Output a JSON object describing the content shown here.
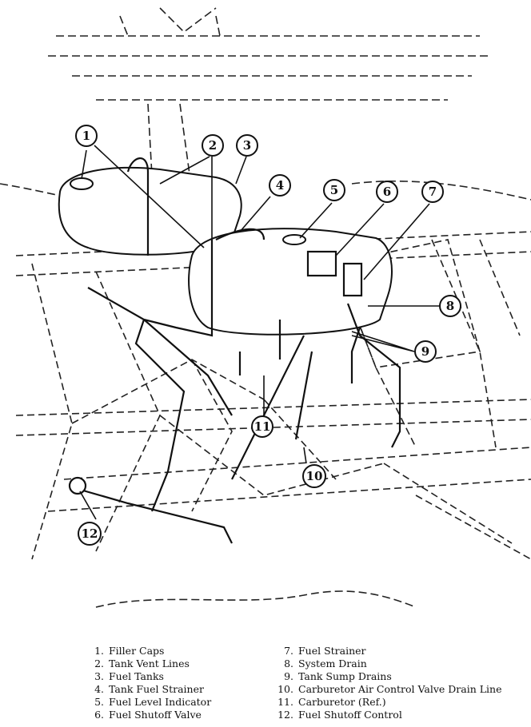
{
  "callouts": [
    {
      "num": "1"
    },
    {
      "num": "2"
    },
    {
      "num": "3"
    },
    {
      "num": "4"
    },
    {
      "num": "5"
    },
    {
      "num": "6"
    },
    {
      "num": "7"
    },
    {
      "num": "8"
    },
    {
      "num": "9"
    },
    {
      "num": "10"
    },
    {
      "num": "11"
    },
    {
      "num": "12"
    }
  ],
  "legend": {
    "left": [
      {
        "num": "1.",
        "label": "Filler Caps"
      },
      {
        "num": "2.",
        "label": "Tank Vent Lines"
      },
      {
        "num": "3.",
        "label": "Fuel Tanks"
      },
      {
        "num": "4.",
        "label": "Tank Fuel Strainer"
      },
      {
        "num": "5.",
        "label": "Fuel Level Indicator"
      },
      {
        "num": "6.",
        "label": "Fuel Shutoff Valve"
      }
    ],
    "right": [
      {
        "num": "7.",
        "label": "Fuel Strainer"
      },
      {
        "num": "8.",
        "label": "System Drain"
      },
      {
        "num": "9.",
        "label": "Tank Sump Drains"
      },
      {
        "num": "10.",
        "label": "Carburetor Air Control Valve Drain Line"
      },
      {
        "num": "11.",
        "label": "Carburetor (Ref.)"
      },
      {
        "num": "12.",
        "label": "Fuel Shutoff Control"
      }
    ]
  }
}
